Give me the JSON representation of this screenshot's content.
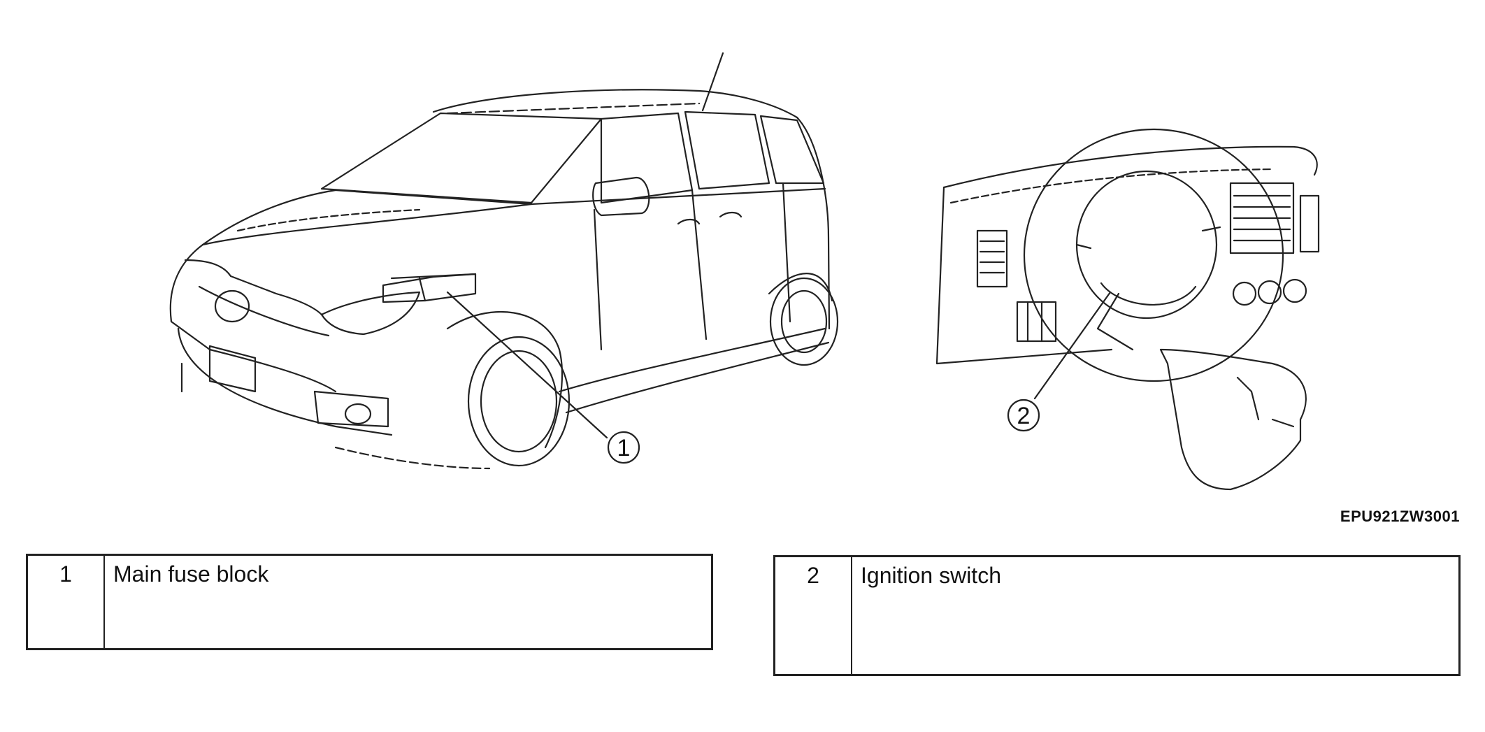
{
  "callouts": {
    "c1": "1",
    "c2": "2"
  },
  "figure_code": "EPU921ZW3001",
  "legend": [
    {
      "number": "1",
      "label": "Main fuse block"
    },
    {
      "number": "2",
      "label": "Ignition switch"
    }
  ]
}
